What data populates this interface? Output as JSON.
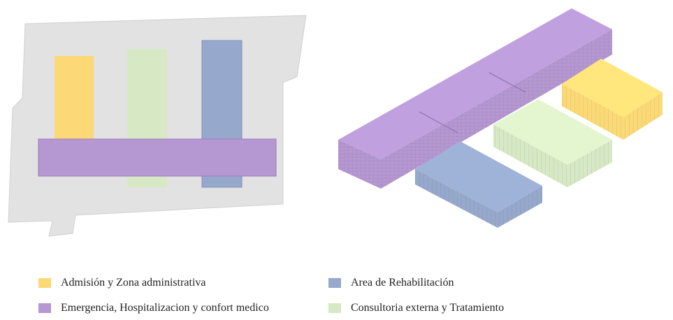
{
  "zones": {
    "admin": {
      "color": "#fbd976"
    },
    "emergency": {
      "color": "#b597d2"
    },
    "rehab": {
      "color": "#96a8cb"
    },
    "consult": {
      "color": "#d6e8c4"
    }
  },
  "legend": [
    {
      "label": "Admisión y Zona administrativa",
      "zone": "admin"
    },
    {
      "label": "Area de Rehabilitación",
      "zone": "rehab"
    },
    {
      "label": "Emergencia, Hospitalizacion y confort medico",
      "zone": "emergency"
    },
    {
      "label": "Consultoria externa y Tratamiento",
      "zone": "consult"
    }
  ],
  "site_color": "#e2e2e2"
}
